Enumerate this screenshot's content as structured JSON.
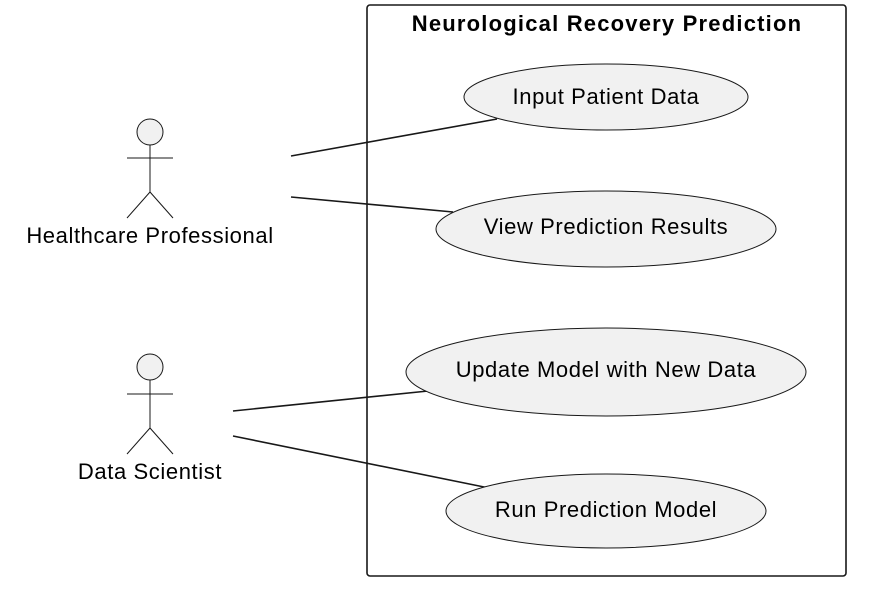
{
  "system": {
    "title": "Neurological Recovery Prediction"
  },
  "actors": {
    "healthcare": {
      "label": "Healthcare Professional"
    },
    "scientist": {
      "label": "Data Scientist"
    }
  },
  "use_cases": {
    "input": {
      "label": "Input Patient Data"
    },
    "view": {
      "label": "View Prediction Results"
    },
    "update": {
      "label": "Update Model with New Data"
    },
    "run": {
      "label": "Run Prediction Model"
    }
  },
  "associations": [
    {
      "actor": "Healthcare Professional",
      "use_case": "Input Patient Data"
    },
    {
      "actor": "Healthcare Professional",
      "use_case": "View Prediction Results"
    },
    {
      "actor": "Data Scientist",
      "use_case": "Update Model with New Data"
    },
    {
      "actor": "Data Scientist",
      "use_case": "Run Prediction Model"
    }
  ],
  "colors": {
    "usecase_fill": "#f1f1f1",
    "stroke": "#181818",
    "background": "#ffffff"
  }
}
